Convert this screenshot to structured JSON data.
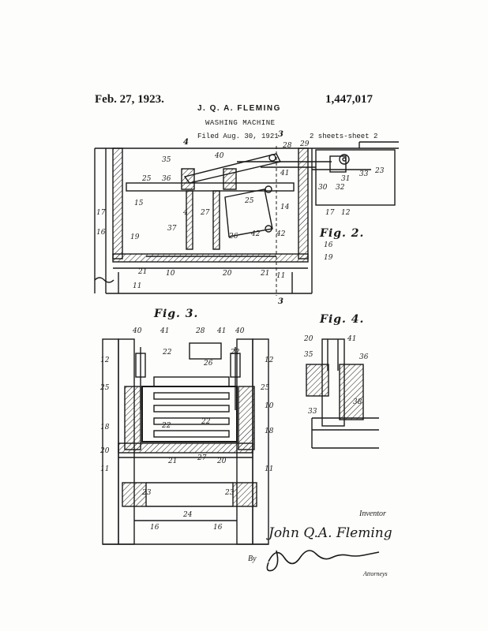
{
  "header": {
    "date": "Feb. 27, 1923.",
    "inventor_name": "J. Q. A. FLEMING",
    "patent_number": "1,447,017",
    "title": "WASHING MACHINE",
    "filed": "Filed Aug. 30, 1921",
    "sheets": "2 sheets-sheet 2"
  },
  "figures": {
    "fig2": "Fig. 2.",
    "fig3": "Fig. 3.",
    "fig4": "Fig. 4."
  },
  "section_marks": {
    "top_3": "3",
    "bottom_3": "3",
    "top_4": "4"
  },
  "refs_fig2": [
    "35",
    "36",
    "25",
    "15",
    "17",
    "16",
    "19",
    "21",
    "11",
    "10",
    "20",
    "40",
    "4",
    "37",
    "26",
    "27",
    "29",
    "28",
    "41",
    "25",
    "14",
    "42",
    "42",
    "30",
    "32",
    "31",
    "33",
    "23",
    "17",
    "12",
    "16",
    "19",
    "21",
    "11"
  ],
  "refs_fig3": [
    "40",
    "41",
    "28",
    "41",
    "40",
    "12",
    "22",
    "26",
    "22",
    "12",
    "25",
    "25",
    "10",
    "18",
    "22",
    "22",
    "18",
    "20",
    "21",
    "27",
    "20",
    "11",
    "11",
    "23",
    "23",
    "24",
    "16",
    "16"
  ],
  "refs_fig4": [
    "20",
    "41",
    "35",
    "36",
    "33",
    "38"
  ],
  "signature": {
    "inventor_label": "Inventor",
    "inventor_signature": "John Q.A. Fleming",
    "by_label": "By",
    "attorney_label": "Attorneys"
  },
  "colors": {
    "ink": "#1a1a1a",
    "paper": "#fdfdfb"
  }
}
